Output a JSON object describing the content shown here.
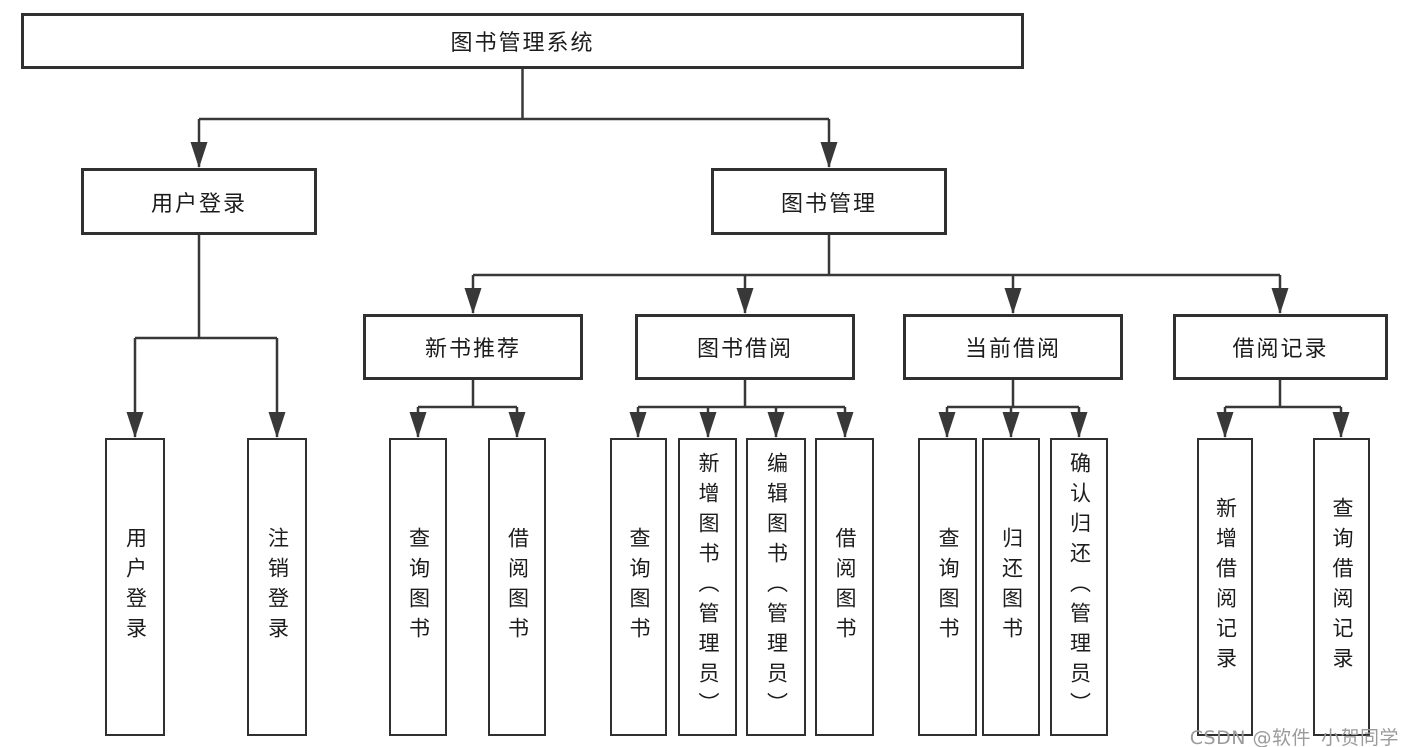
{
  "diagram": {
    "root": {
      "label": "图书管理系统"
    },
    "branches": {
      "user_login": {
        "label": "用户登录",
        "children": [
          {
            "label": "用户登录"
          },
          {
            "label": "注销登录"
          }
        ]
      },
      "book_mgmt": {
        "label": "图书管理",
        "children": [
          {
            "label": "新书推荐",
            "children": [
              {
                "label": "查询图书"
              },
              {
                "label": "借阅图书"
              }
            ]
          },
          {
            "label": "图书借阅",
            "children": [
              {
                "label": "查询图书"
              },
              {
                "label": "新增图书（管理员）"
              },
              {
                "label": "编辑图书（管理员）"
              },
              {
                "label": "借阅图书"
              }
            ]
          },
          {
            "label": "当前借阅",
            "children": [
              {
                "label": "查询图书"
              },
              {
                "label": "归还图书"
              },
              {
                "label": "确认归还（管理员）"
              }
            ]
          },
          {
            "label": "借阅记录",
            "children": [
              {
                "label": "新增借阅记录"
              },
              {
                "label": "查询借阅记录"
              }
            ]
          }
        ]
      }
    },
    "watermark": "CSDN @软件_小贺同学"
  },
  "colors": {
    "background": "#ffffff",
    "line": "#383838",
    "box_border": "#303030",
    "text": "#1c1c1c",
    "watermark": "#9b9b9b"
  }
}
